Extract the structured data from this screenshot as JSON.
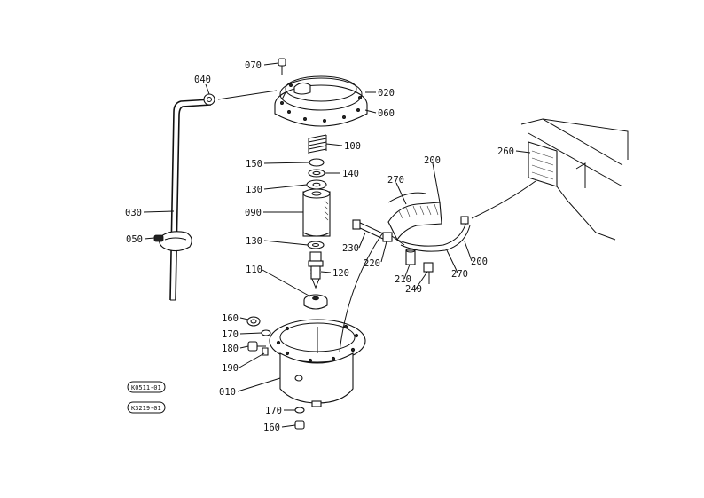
{
  "labels": {
    "p070": "070",
    "p040": "040",
    "p020": "020",
    "p060": "060",
    "p100": "100",
    "p150": "150",
    "p140": "140",
    "p130a": "130",
    "p090": "090",
    "p130b": "130",
    "p030": "030",
    "p050": "050",
    "p110": "110",
    "p120": "120",
    "p160a": "160",
    "p170a": "170",
    "p180": "180",
    "p190": "190",
    "p010": "010",
    "p170b": "170",
    "p160b": "160",
    "p260": "260",
    "p200a": "200",
    "p270a": "270",
    "p230": "230",
    "p220": "220",
    "p210": "210",
    "p240": "240",
    "p270b": "270",
    "p200b": "200"
  },
  "refs": {
    "ref1": "K0511-01",
    "ref2": "K3219-01"
  }
}
